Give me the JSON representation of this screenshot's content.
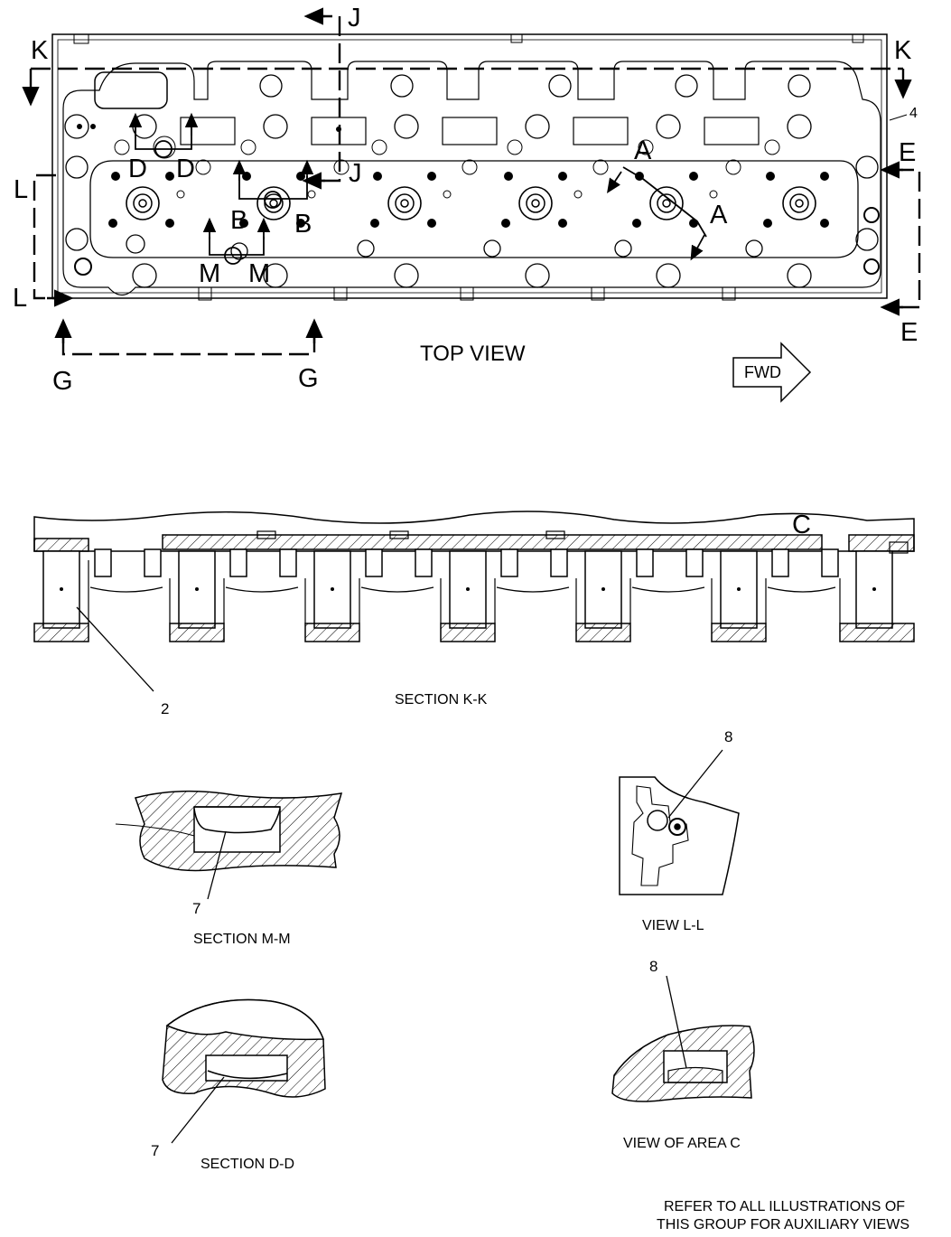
{
  "top_view": {
    "caption": "TOP VIEW",
    "fwd_label": "FWD",
    "callout_4": "4",
    "section_letters": {
      "j_top": "J",
      "j_mid": "J",
      "k_left": "K",
      "k_right": "K",
      "e_top": "E",
      "e_bottom": "E",
      "l_top": "L",
      "l_bottom": "L",
      "g_left": "G",
      "g_right": "G",
      "d_left": "D",
      "d_right": "D",
      "b_left": "B",
      "b_right": "B",
      "m_left": "M",
      "m_right": "M",
      "a_top": "A",
      "a_right": "A"
    }
  },
  "section_kk": {
    "caption": "SECTION K-K",
    "callout_2": "2",
    "area_c": "C"
  },
  "section_mm": {
    "caption": "SECTION M-M",
    "callout_7": "7"
  },
  "section_dd": {
    "caption": "SECTION D-D",
    "callout_7": "7"
  },
  "view_ll": {
    "caption": "VIEW L-L",
    "callout_8": "8"
  },
  "view_area_c": {
    "caption": "VIEW OF AREA C",
    "callout_8": "8"
  },
  "footer_note": {
    "line1": "REFER TO ALL ILLUSTRATIONS OF",
    "line2": "THIS GROUP FOR AUXILIARY VIEWS"
  }
}
